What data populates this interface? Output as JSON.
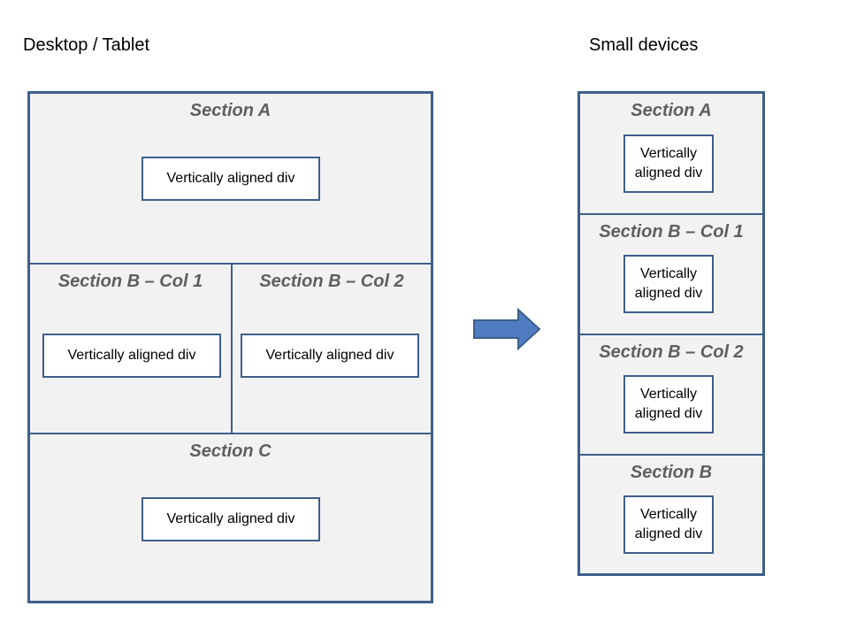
{
  "headings": {
    "desktop": "Desktop / Tablet",
    "small": "Small devices"
  },
  "desktop": {
    "section_a": {
      "title": "Section A",
      "box": "Vertically aligned div"
    },
    "section_b_col1": {
      "title": "Section B – Col 1",
      "box": "Vertically aligned div"
    },
    "section_b_col2": {
      "title": "Section B – Col 2",
      "box": "Vertically aligned div"
    },
    "section_c": {
      "title": "Section C",
      "box": "Vertically aligned div"
    }
  },
  "mobile": {
    "sections": [
      {
        "title": "Section A",
        "box": "Vertically aligned div"
      },
      {
        "title": "Section B – Col 1",
        "box": "Vertically aligned div"
      },
      {
        "title": "Section B – Col 2",
        "box": "Vertically aligned div"
      },
      {
        "title": "Section B",
        "box": "Vertically aligned div"
      }
    ]
  },
  "colors": {
    "border": "#3e5f8a",
    "panel_fill": "#f2f2f2",
    "title_text": "#5f5f5f",
    "arrow_fill": "#4f7cc0"
  },
  "icons": {
    "arrow": "right-arrow-icon"
  }
}
